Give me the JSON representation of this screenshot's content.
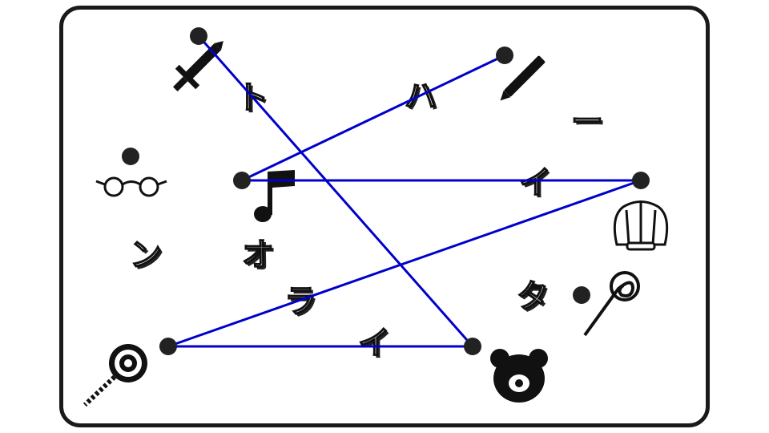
{
  "puzzle": {
    "letters": [
      "ト",
      "ハ",
      "ー",
      "イ",
      "ン",
      "オ",
      "ラ",
      "イ",
      "タ"
    ],
    "line_color": "#0000cc",
    "dot_color": "#222222",
    "dots": [
      "sword",
      "pencil",
      "glasses",
      "music-note",
      "shell",
      "cane",
      "lollipop",
      "bear"
    ],
    "connections": [
      [
        "sword",
        "bear"
      ],
      [
        "pencil",
        "music-note"
      ],
      [
        "music-note",
        "shell"
      ],
      [
        "shell",
        "lollipop"
      ],
      [
        "lollipop",
        "bear"
      ]
    ]
  }
}
